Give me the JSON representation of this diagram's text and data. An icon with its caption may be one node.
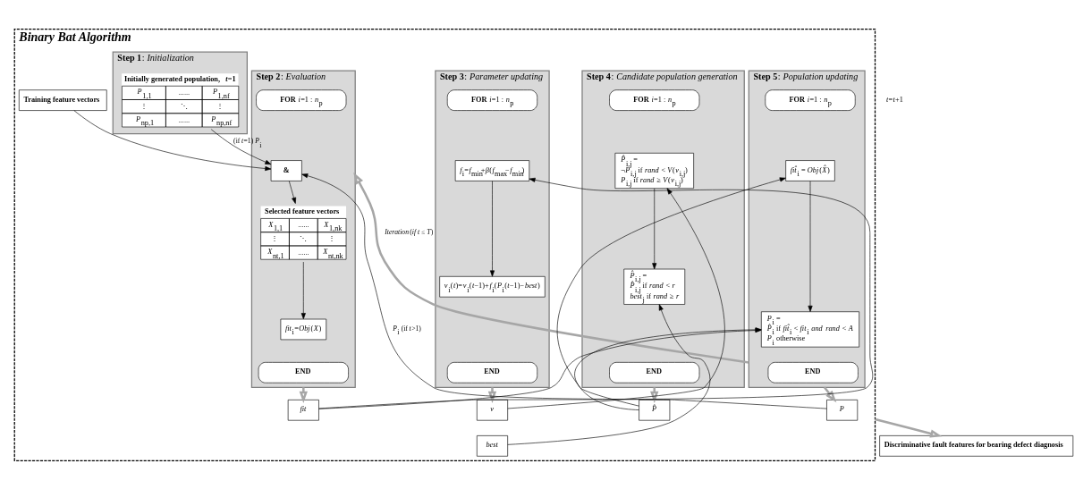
{
  "diagram": {
    "nodes": [
      {
        "text": [
          "Binary Bat Algorithm"
        ]
      },
      {
        "text": [
          "**Step 1**: *Initialization*"
        ],
        "in": 0
      },
      {
        "text": [
          "Initially generated population, *t*=1",
          "*P*$_{1,1}$",
          "......",
          "*P*$_{1,nf}$",
          "⋮",
          "⋱",
          "⋮",
          "*P*$_{np,1}$",
          "......",
          "*P*$_{np,nf}$"
        ],
        "in": 1
      },
      {
        "text": [
          "Training feature vectors"
        ],
        "in": 0
      },
      {
        "text": [
          "**Step 2**: *Evaluation*"
        ],
        "in": 0
      },
      {
        "text": [
          "**FOR** *i*=1 : *n*$_{p}$"
        ],
        "in": 4
      },
      {
        "text": [
          "&"
        ],
        "in": 4
      },
      {
        "text": [
          "Selected feature vectors",
          "*X*$_{1,1}$",
          "......",
          "*X*$_{1,nk}$",
          "⋮",
          "⋱",
          "⋮",
          "*X*$_{nt,1}$",
          "......",
          "*X*$_{nt,nk}$"
        ],
        "in": 4
      },
      {
        "text": [
          "*fit*$_{i}$=*Obj*(*X*)"
        ],
        "in": 4
      },
      {
        "text": [
          "END"
        ],
        "in": 4
      },
      {
        "text": [
          "**Step 3**: *Parameter updating*"
        ],
        "in": 0
      },
      {
        "text": [
          "**FOR** *i*=1 : *n*$_{p}$"
        ],
        "in": 10
      },
      {
        "text": [
          "*f*$_{i}$=*f*$_{min}$+*β*(*f*$_{max}$−*f*$_{min}$)"
        ],
        "in": 10
      },
      {
        "text": [
          "*v*$_{i}$(*t*)=*v*$_{i}$(*t*−1)+*f*$_{i}$(*P*$_{i}$(*t*−1)−*best*)"
        ],
        "in": 10
      },
      {
        "text": [
          "END"
        ],
        "in": 10
      },
      {
        "text": [
          "**Step 4**: *Candidate population generation*"
        ],
        "in": 0
      },
      {
        "text": [
          "**FOR** *i*=1 : *n*$_{p}$"
        ],
        "in": 15
      },
      {
        "text": [
          "*P̂*$_{i,j}$ =",
          "¬*P*$_{i,j}$ if *rand* < *V*(*v*$_{i,j}$)",
          "*P*$_{i,j}$ if *rand* ≥ *V*(*v*$_{i,j}$)"
        ],
        "in": 15
      },
      {
        "text": [
          "*P̂*$_{i,j}$ =",
          "*P̂*$_{i,j}$ if *rand* < *r*",
          "*best*$_{j}$ if *rand* ≥ *r*"
        ],
        "in": 15
      },
      {
        "text": [
          "END"
        ],
        "in": 15
      },
      {
        "text": [
          "**Step 5**: *Population updating*"
        ],
        "in": 0
      },
      {
        "text": [
          "**FOR** *i*=1 : *n*$_{p}$"
        ],
        "in": 20
      },
      {
        "text": [
          "*fit̂*$_{i}$ = *Obj*(*X̂*)"
        ],
        "in": 20
      },
      {
        "text": [
          "*P*$_{i}$ =",
          "*P̂*$_{i}$ if *fit̂*$_{i}$ < *fit*$_{i}$ *and* *rand* < *A*",
          "*P*$_{i}$ otherwise"
        ],
        "in": 20
      },
      {
        "text": [
          "END"
        ],
        "in": 20
      },
      {
        "text": [
          "*fit*"
        ],
        "in": 0
      },
      {
        "text": [
          "*v*"
        ],
        "in": 0
      },
      {
        "text": [
          "*best*"
        ],
        "in": 0
      },
      {
        "text": [
          "*P̂*"
        ],
        "in": 0
      },
      {
        "text": [
          "*P*"
        ],
        "in": 0
      },
      {
        "text": [
          "Discriminative fault features for bearing defect diagnosis"
        ]
      }
    ],
    "edges": [
      {
        "from": 2,
        "to": 6,
        "arrow": "to",
        "label": "(if *t*=1) *P*$_{i}$"
      },
      {
        "from": 3,
        "to": 6,
        "arrow": "to"
      },
      {
        "from": 6,
        "to": 7,
        "arrow": "to"
      },
      {
        "from": 7,
        "to": 8,
        "arrow": "to"
      },
      {
        "from": 4,
        "to": 25,
        "arrow": "to",
        "style": "thick",
        "color": "#a6a6a6"
      },
      {
        "from": 25,
        "to": 12,
        "arrow": "to"
      },
      {
        "from": 25,
        "to": 23,
        "arrow": "to"
      },
      {
        "from": 12,
        "to": 13,
        "arrow": "to"
      },
      {
        "from": 10,
        "to": 26,
        "arrow": "to",
        "style": "thick",
        "color": "#a6a6a6"
      },
      {
        "from": 26,
        "to": 17,
        "arrow": "to"
      },
      {
        "from": 27,
        "to": 18,
        "arrow": "to"
      },
      {
        "from": 17,
        "to": 18,
        "arrow": "to"
      },
      {
        "from": 15,
        "to": 28,
        "arrow": "to",
        "style": "thick",
        "color": "#a6a6a6"
      },
      {
        "from": 28,
        "to": 22,
        "arrow": "to"
      },
      {
        "from": 28,
        "to": 23,
        "arrow": "to"
      },
      {
        "from": 22,
        "to": 23,
        "arrow": "to"
      },
      {
        "from": 20,
        "to": 29,
        "arrow": "to",
        "style": "thick",
        "color": "#a6a6a6"
      },
      {
        "from": 29,
        "to": 6,
        "arrow": "to",
        "label": "*P*$_{i}$ (if *t*>1)"
      },
      {
        "from": 20,
        "to": 4,
        "arrow": "to",
        "style": "thick",
        "color": "#a6a6a6",
        "label": "*Iteration* (*if t* ≤ *T*)"
      },
      {
        "from": 0,
        "to": 30,
        "arrow": "to",
        "style": "thick",
        "color": "#a6a6a6"
      }
    ],
    "labels": [
      "*t*=*t*+1"
    ]
  }
}
